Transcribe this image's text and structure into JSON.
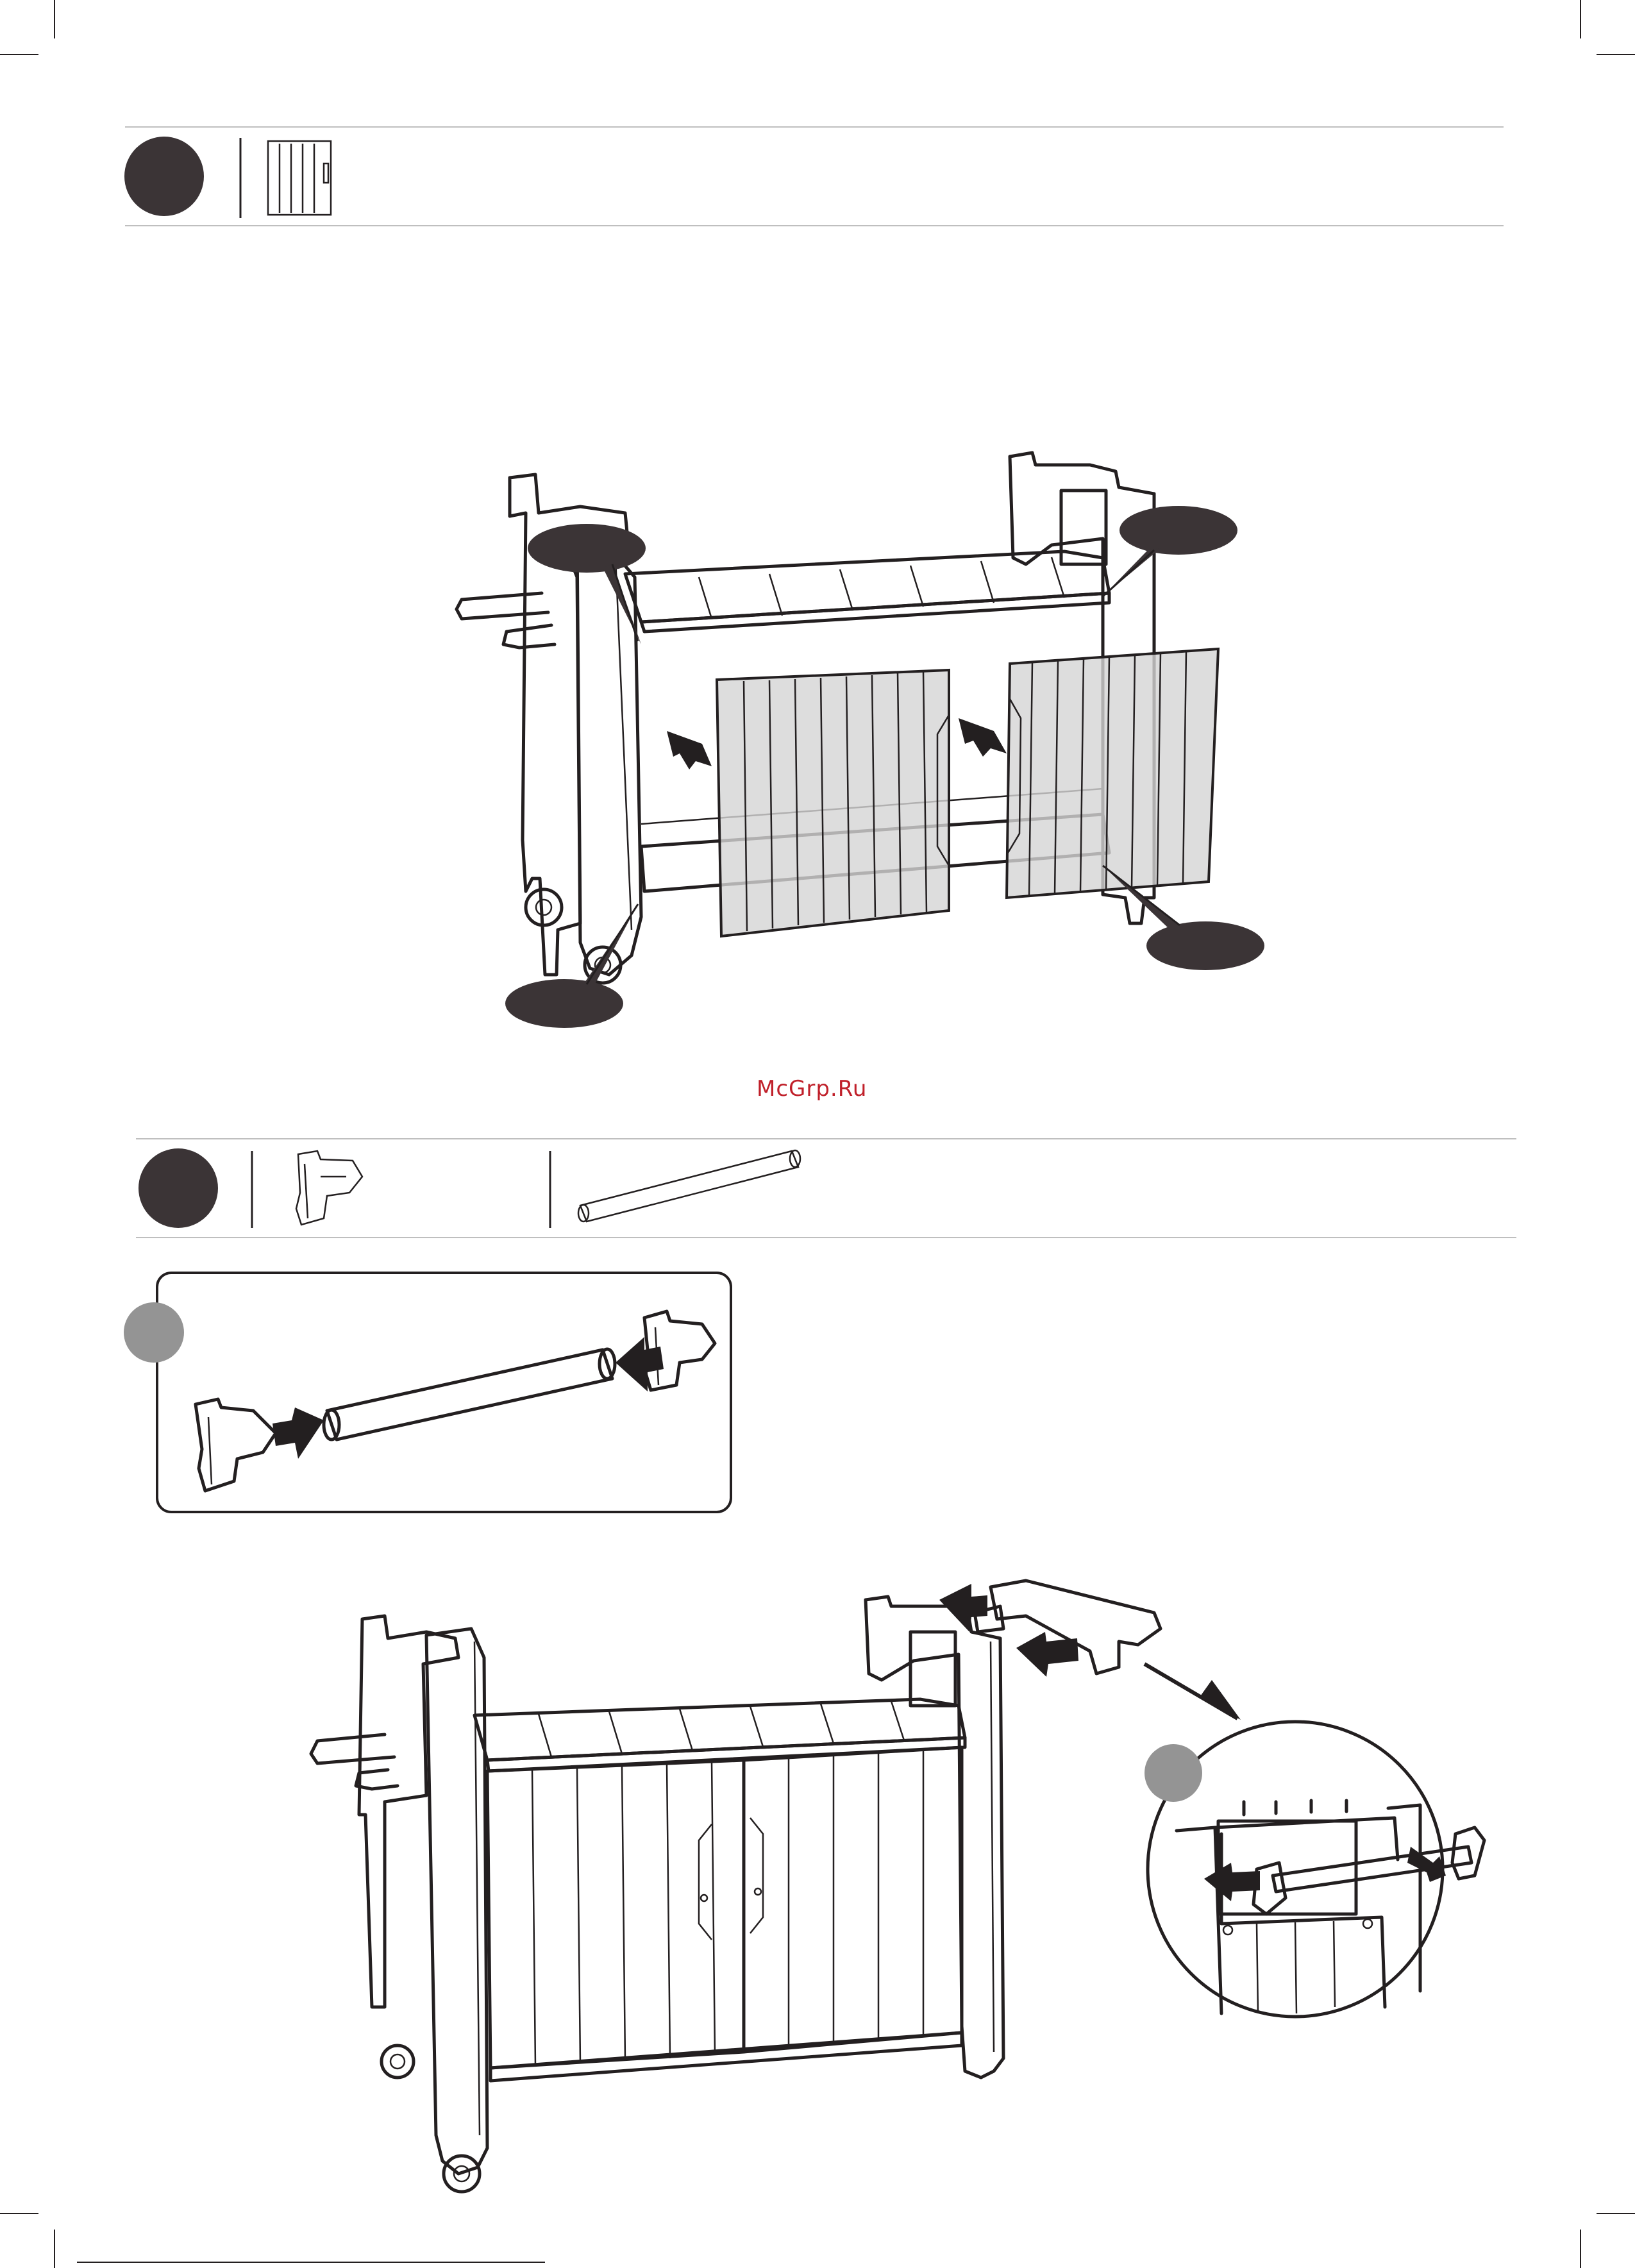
{
  "watermark": "McGrp.Ru",
  "colors": {
    "ink": "#231f20",
    "step_marker": "#3b3436",
    "sub_step_marker": "#949494",
    "watermark": "#c0202a",
    "rule": "#bfbfbf"
  },
  "steps": [
    {
      "marker_label": "",
      "parts": [
        {
          "icon": "door-panel-icon",
          "quantity_label": ""
        }
      ],
      "callouts": [
        "",
        "",
        "",
        ""
      ],
      "illustration": "doors-inserted-into-cabinet"
    },
    {
      "marker_label": "",
      "parts": [
        {
          "icon": "handle-bracket-icon",
          "quantity_label": ""
        },
        {
          "icon": "rod-icon",
          "quantity_label": ""
        }
      ],
      "sub_steps": [
        {
          "marker_label": "",
          "illustration": "rod-into-brackets"
        },
        {
          "marker_label": "",
          "illustration": "handle-onto-frame-detail"
        }
      ]
    }
  ],
  "crop_marks": true
}
